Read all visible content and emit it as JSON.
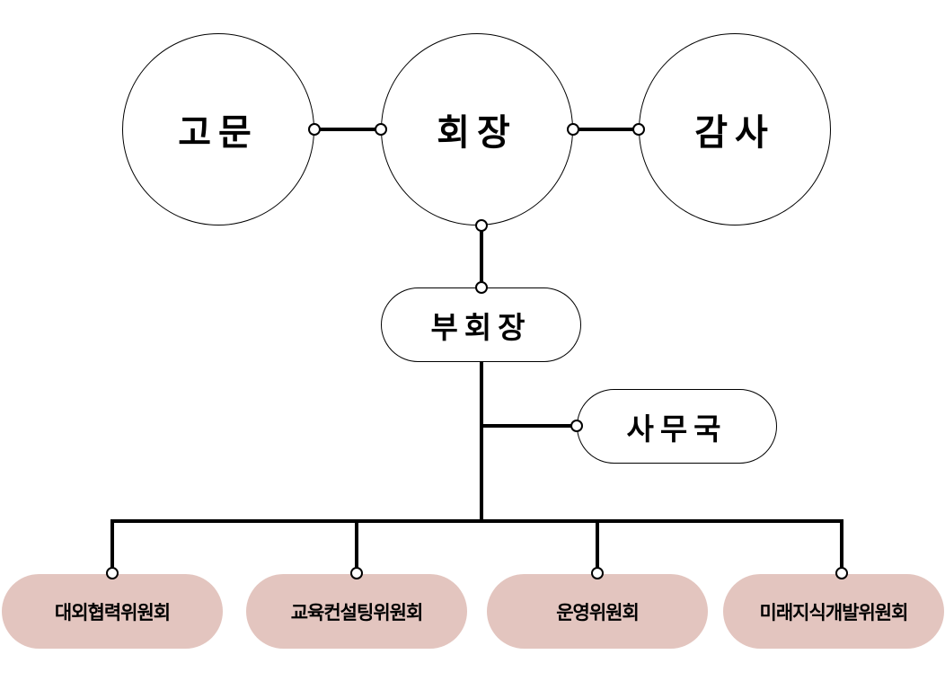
{
  "top": {
    "advisor": "고문",
    "president": "회장",
    "auditor": "감사"
  },
  "vice_president": "부회장",
  "secretariat": "사무국",
  "committees": [
    "대외협력위원회",
    "교육컨설팅위원회",
    "운영위원회",
    "미래지식개발위원회"
  ],
  "colors": {
    "line": "#000000",
    "committee_fill": "#e3c5bf",
    "node_fill": "#ffffff"
  }
}
